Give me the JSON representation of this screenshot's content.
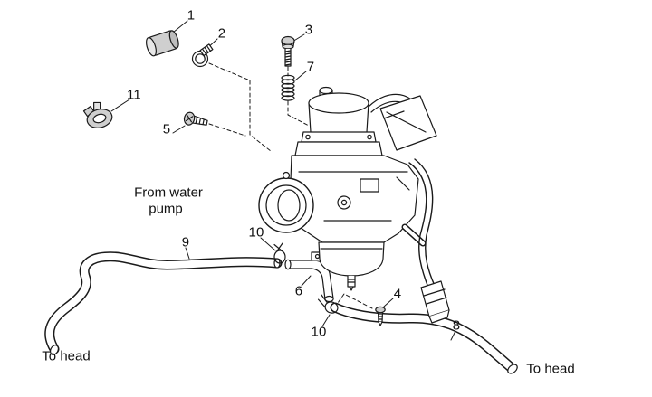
{
  "diagram": {
    "name": "Carburettor exploded parts diagram",
    "background_color": "#ffffff",
    "line_color": "#1a1a1a"
  },
  "callouts": [
    {
      "label": "1",
      "part": "rubber-sleeve"
    },
    {
      "label": "2",
      "part": "hose-clamp"
    },
    {
      "label": "3",
      "part": "bolt"
    },
    {
      "label": "7",
      "part": "spring"
    },
    {
      "label": "11",
      "part": "clip-clamp"
    },
    {
      "label": "5",
      "part": "screw"
    },
    {
      "label": "9",
      "part": "water-hose-from-pump"
    },
    {
      "label": "10",
      "part": "wire-clamp-upper"
    },
    {
      "label": "6",
      "part": "elbow-union"
    },
    {
      "label": "4",
      "part": "small-screw"
    },
    {
      "label": "10",
      "part": "wire-clamp-lower"
    },
    {
      "label": "8",
      "part": "water-hose-to-head"
    }
  ],
  "labels": {
    "from_water_line1": "From water",
    "from_water_line2": "pump",
    "to_head_left": "To head",
    "to_head_right": "To head"
  }
}
